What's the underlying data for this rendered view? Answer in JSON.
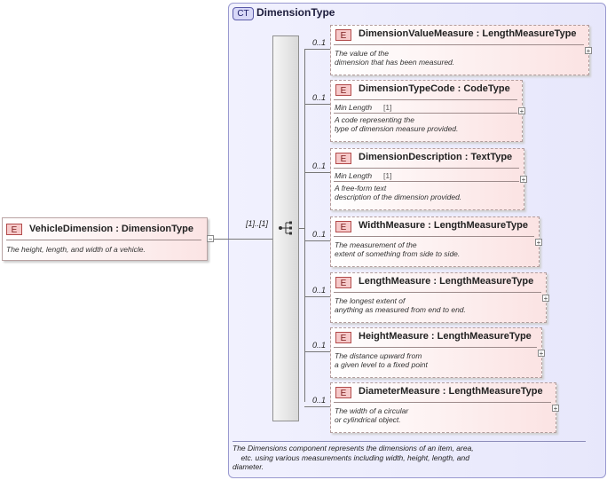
{
  "root": {
    "badge": "E",
    "name": "VehicleDimension : DimensionType",
    "doc": "The height, length, and width of a vehicle.",
    "collapse": "−"
  },
  "complex_type": {
    "badge": "CT",
    "name": "DimensionType",
    "doc_lines": [
      "The Dimensions component represents the dimensions of an item, area,",
      "    etc. using various measurements including width, height, length, and",
      "diameter."
    ],
    "sequence_multiplicity": "[1]..[1]"
  },
  "children": [
    {
      "badge": "E",
      "mult": "0..1",
      "name": "DimensionValueMeasure : LengthMeasureType",
      "facet_name": "",
      "facet_value": "",
      "doc": [
        "The value of the",
        "dimension that has been measured."
      ],
      "expand": "+"
    },
    {
      "badge": "E",
      "mult": "0..1",
      "name": "DimensionTypeCode : CodeType",
      "facet_name": "Min Length",
      "facet_value": "[1]",
      "doc": [
        "A code representing the",
        "type of dimension measure provided."
      ],
      "expand": "+"
    },
    {
      "badge": "E",
      "mult": "0..1",
      "name": "DimensionDescription : TextType",
      "facet_name": "Min Length",
      "facet_value": "[1]",
      "doc": [
        "A free-form text",
        "description of the dimension provided."
      ],
      "expand": "+"
    },
    {
      "badge": "E",
      "mult": "0..1",
      "name": "WidthMeasure : LengthMeasureType",
      "facet_name": "",
      "facet_value": "",
      "doc": [
        "The measurement of the",
        "extent of something from side to side."
      ],
      "expand": "+"
    },
    {
      "badge": "E",
      "mult": "0..1",
      "name": "LengthMeasure : LengthMeasureType",
      "facet_name": "",
      "facet_value": "",
      "doc": [
        "The longest extent of",
        "anything as measured from end to end."
      ],
      "expand": "+"
    },
    {
      "badge": "E",
      "mult": "0..1",
      "name": "HeightMeasure : LengthMeasureType",
      "facet_name": "",
      "facet_value": "",
      "doc": [
        "The distance upward from",
        "a given level to a fixed point"
      ],
      "expand": "+"
    },
    {
      "badge": "E",
      "mult": "0..1",
      "name": "DiameterMeasure : LengthMeasureType",
      "facet_name": "",
      "facet_value": "",
      "doc": [
        "The width of a circular",
        "or cylindrical object."
      ],
      "expand": "+"
    }
  ],
  "icons": {
    "sequence": "sequence-compositor-icon"
  }
}
